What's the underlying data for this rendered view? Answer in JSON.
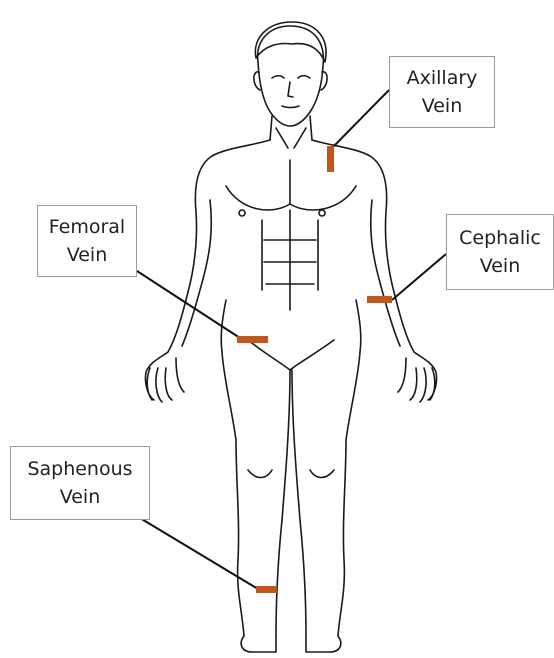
{
  "diagram": {
    "marker_color": "#c0581e",
    "leader_color": "#111111",
    "labels": [
      {
        "id": "axillary",
        "line1": "Axillary",
        "line2": "Vein"
      },
      {
        "id": "femoral",
        "line1": "Femoral",
        "line2": "Vein"
      },
      {
        "id": "cephalic",
        "line1": "Cephalic",
        "line2": "Vein"
      },
      {
        "id": "saphenous",
        "line1": "Saphenous",
        "line2": "Vein"
      }
    ]
  }
}
